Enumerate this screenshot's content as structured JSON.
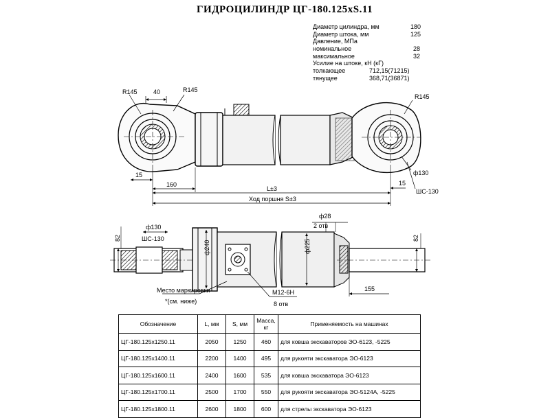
{
  "title": "ГИДРОЦИЛИНДР  ЦГ-180.125хS.11",
  "specs": [
    {
      "label": "Диаметр цилиндра, мм",
      "value": "180",
      "kind": "main"
    },
    {
      "label": "Диаметр штока, мм",
      "value": "125",
      "kind": "main"
    },
    {
      "label": "Давление, МПа",
      "value": "",
      "kind": "main"
    },
    {
      "label": "номинальное",
      "value": "28",
      "kind": "sub"
    },
    {
      "label": "максимальное",
      "value": "32",
      "kind": "sub"
    },
    {
      "label": "Усилие на штоке, кН (кГ)",
      "value": "",
      "kind": "main"
    },
    {
      "label": "толкающее",
      "value": "712,15(71215)",
      "kind": "force"
    },
    {
      "label": "тянущее",
      "value": "368,71(36871)",
      "kind": "force"
    }
  ],
  "top_view": {
    "r_left_1": "R145",
    "dim_40": "40",
    "r_left_2": "R145",
    "r_right": "R145",
    "dim_15_left": "15",
    "dim_160": "160",
    "dim_l3": "L±3",
    "dim_15_right": "15",
    "stroke_label": "Ход поршня S±3",
    "bore_dia": "ф130",
    "bushing": "ШС-130"
  },
  "bottom_view": {
    "dim_82_left": "82",
    "bore_dia": "ф130",
    "bushing": "ШС-130",
    "dia_240": "ф240",
    "dia_28": "ф28",
    "holes_2": "2 отв",
    "dia_225": "ф225",
    "dim_82_right": "82",
    "dim_155": "155",
    "marking_place": "Место маркировки",
    "marking_note": "*(см. ниже)",
    "thread": "М12-6Н",
    "holes_8": "8 отв"
  },
  "table": {
    "headers": [
      "Обозначение",
      "L, мм",
      "S, мм",
      "Масса, кг",
      "Применяемость на машинах"
    ],
    "rows": [
      [
        "ЦГ-180.125х1250.11",
        "2050",
        "1250",
        "460",
        "для ковша экскаваторов ЭО-6123, -5225"
      ],
      [
        "ЦГ-180.125х1400.11",
        "2200",
        "1400",
        "495",
        "для рукояти экскаватора ЭО-6123"
      ],
      [
        "ЦГ-180.125х1600.11",
        "2400",
        "1600",
        "535",
        "для ковша экскаватора ЭО-6123"
      ],
      [
        "ЦГ-180.125х1700.11",
        "2500",
        "1700",
        "550",
        "для рукояти экскаватора ЭО-5124А, -5225"
      ],
      [
        "ЦГ-180.125х1800.11",
        "2600",
        "1800",
        "600",
        "для стрелы экскаватора ЭО-6123"
      ]
    ]
  }
}
